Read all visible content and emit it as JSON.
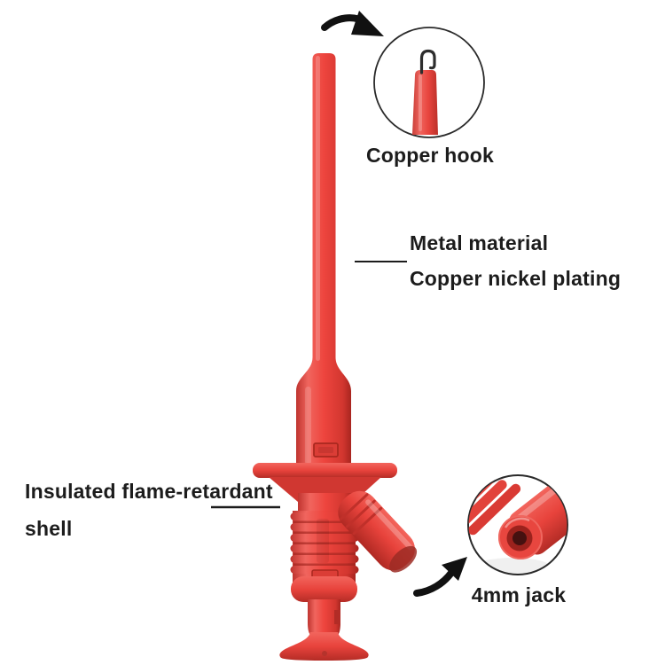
{
  "page": {
    "background": "#ffffff"
  },
  "colors": {
    "page_bg": "#ffffff",
    "accent_red": "#e8433c",
    "red_dark": "#b42c26",
    "red_light": "#f2655d",
    "ink": "#1c1c1c",
    "outline": "#2a2a2a"
  },
  "callouts": {
    "copper_hook": {
      "label": "Copper hook",
      "icon": "magnifier-circle-hook-tip"
    },
    "jack": {
      "label": "4mm jack",
      "icon": "magnifier-circle-jack-socket"
    }
  },
  "annotations": {
    "metal": {
      "line1": "Metal material",
      "line2": "Copper nickel plating"
    },
    "shell": {
      "line1": "Insulated flame-retardant",
      "line2": "shell"
    }
  },
  "icons": {
    "top_arrow": "curved-arrow-icon",
    "bottom_arrow": "curved-arrow-icon"
  }
}
